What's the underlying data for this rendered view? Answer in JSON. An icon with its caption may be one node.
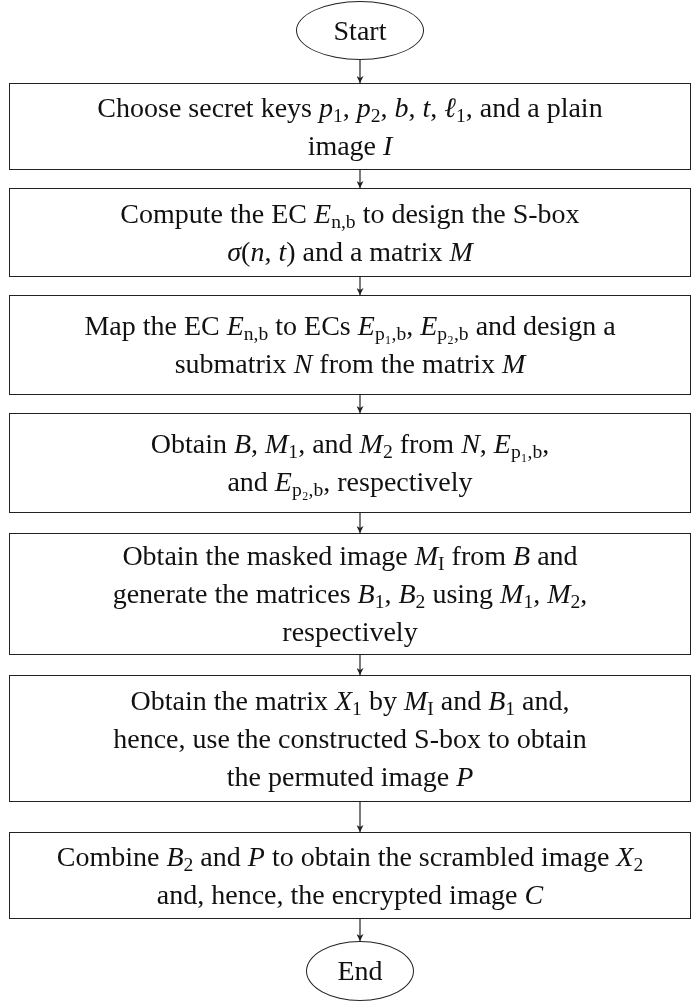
{
  "diagram": {
    "nodes": [
      {
        "text": [
          "Start"
        ]
      },
      {
        "text": [
          "Choose secret keys *p*$_{1}$, *p*$_{2}$, *b*, *t*, *ℓ*$_{1}$, and a plain image *I*"
        ]
      },
      {
        "text": [
          "Compute the EC *E*$_{n,b}$ to design the S-box *σ*(*n*, *t*) and a matrix *M*"
        ]
      },
      {
        "text": [
          "Map the EC *E*$_{n,b}$ to ECs *E*$_{p₁,b}$, *E*$_{p₂,b}$ and design a submatrix *N* from the matrix *M*"
        ]
      },
      {
        "text": [
          "Obtain *B*, *M*$_{1}$, and *M*$_{2}$ from *N*, *E*$_{p₁,b}$, and *E*$_{p₂,b}$, respectively"
        ]
      },
      {
        "text": [
          "Obtain the masked image *M*$_{I}$ from *B* and generate the matrices *B*$_{1}$, *B*$_{2}$ using *M*$_{1}$, *M*$_{2}$, respectively"
        ]
      },
      {
        "text": [
          "Obtain the matrix *X*$_{1}$ by *M*$_{I}$ and *B*$_{1}$ and, hence, use the constructed S-box to obtain the permuted image *P*"
        ]
      },
      {
        "text": [
          "Combine *B*$_{2}$ and *P* to obtain the scrambled image *X*$_{2}$ and, hence, the encrypted image *C*"
        ]
      },
      {
        "text": [
          "End"
        ]
      }
    ],
    "edges": [
      {
        "from": 0,
        "to": 1,
        "arrow": "to"
      },
      {
        "from": 1,
        "to": 2,
        "arrow": "to"
      },
      {
        "from": 2,
        "to": 3,
        "arrow": "to"
      },
      {
        "from": 3,
        "to": 4,
        "arrow": "to"
      },
      {
        "from": 4,
        "to": 5,
        "arrow": "to"
      },
      {
        "from": 5,
        "to": 6,
        "arrow": "to"
      },
      {
        "from": 6,
        "to": 7,
        "arrow": "to"
      },
      {
        "from": 7,
        "to": 8,
        "arrow": "to"
      }
    ]
  }
}
